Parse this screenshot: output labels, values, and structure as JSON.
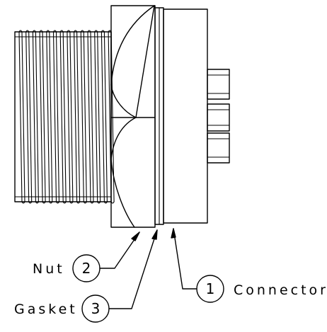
{
  "callouts": [
    {
      "label": "Nut",
      "number": "2"
    },
    {
      "label": "Connector",
      "number": "1"
    },
    {
      "label": "Gasket",
      "number": "3"
    }
  ],
  "colors": {
    "line": "#000000",
    "background": "#ffffff"
  }
}
